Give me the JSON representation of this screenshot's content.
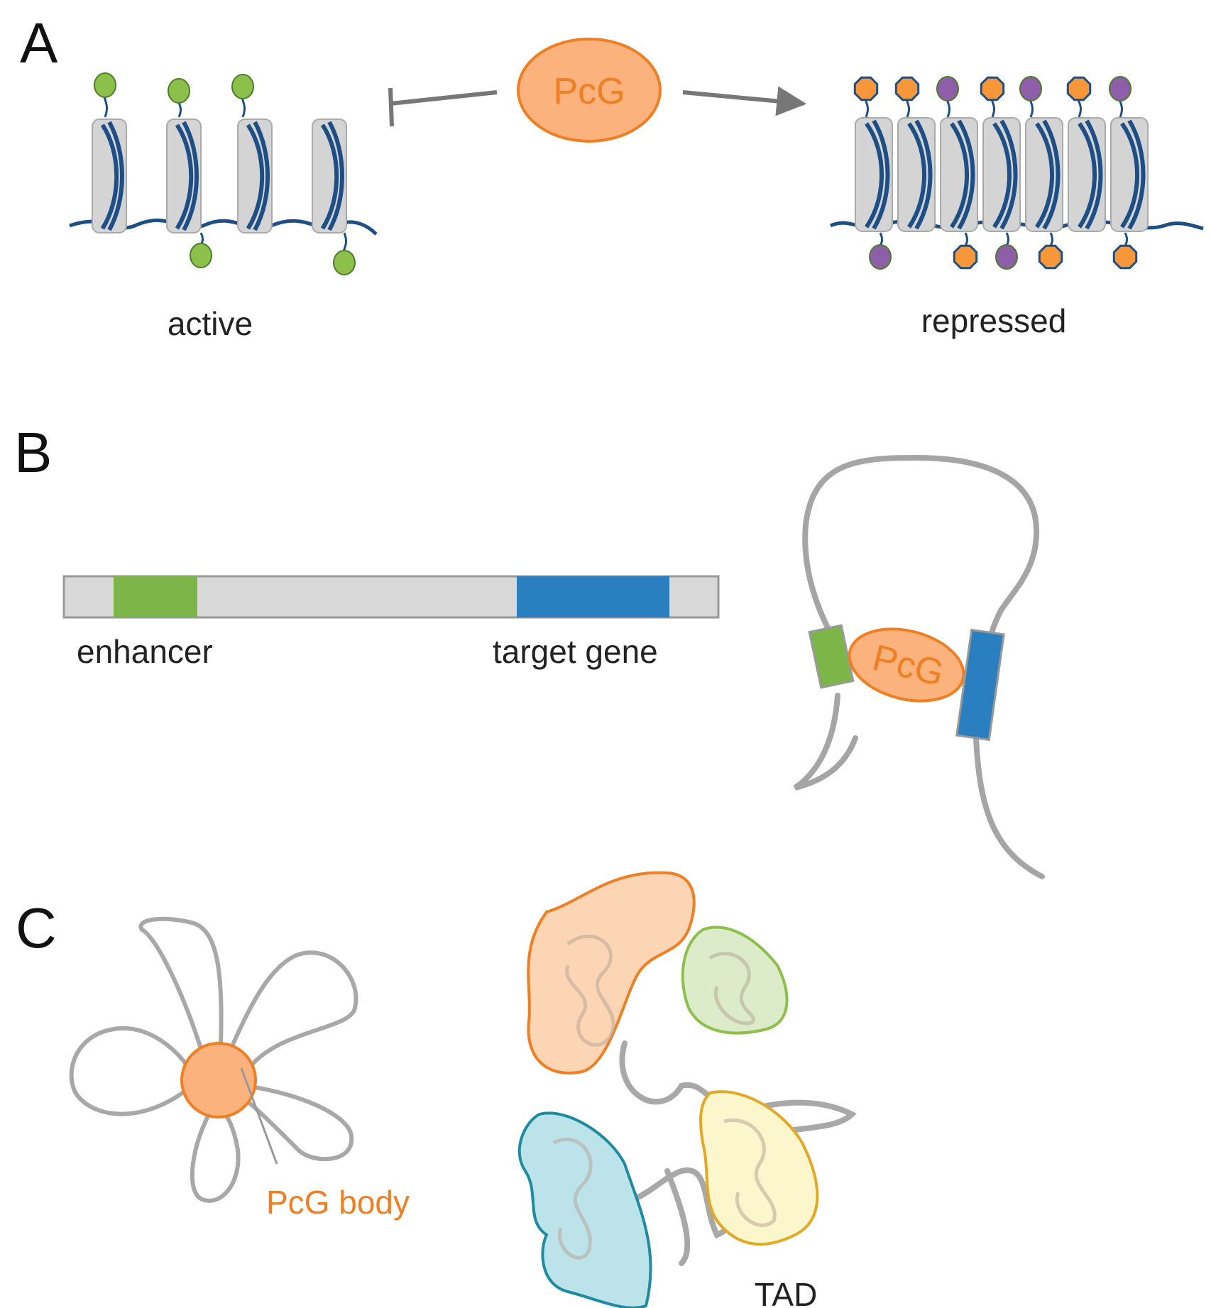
{
  "panels": {
    "a": {
      "letter": "A",
      "active_label": "active",
      "repressed_label": "repressed",
      "pcg_label": "PcG"
    },
    "b": {
      "letter": "B",
      "enhancer_label": "enhancer",
      "target_gene_label": "target gene",
      "pcg_label": "PcG"
    },
    "c": {
      "letter": "C",
      "pcg_body_label": "PcG body",
      "tad_label": "TAD"
    }
  },
  "colors": {
    "pcg_orange": "#f07f23",
    "pcg_fill": "#fbb27c",
    "dna_navy": "#1d4f86",
    "nucleosome_gray": "#d4d4d4",
    "active_mark_green": "#8cc04b",
    "repressive_mark_orange": "#f7973a",
    "repressive_mark_purple": "#8e5ea8",
    "enhancer_green": "#7db648",
    "target_gene_blue": "#2a7fc1",
    "tad_blue": "#1d8ca0",
    "tad_yellow": "#e3a925"
  }
}
